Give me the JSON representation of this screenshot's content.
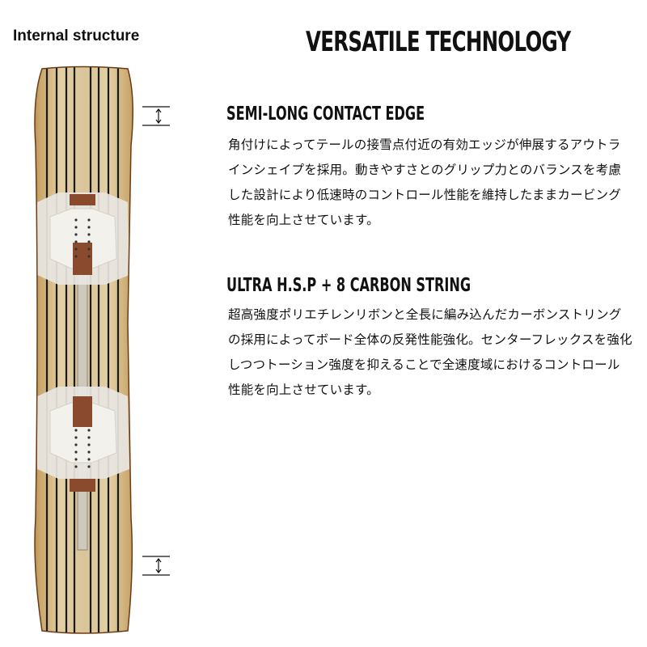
{
  "diagram_label": "Internal structure",
  "main_title": "VERSATILE TECHNOLOGY",
  "sections": [
    {
      "title": "SEMI-LONG CONTACT EDGE",
      "body": "角付けによってテールの接雪点付近の有効エッジが伸展するアウトラインシェイプを採用。動きやすさとのグリップ力とのバランスを考慮した設計により低速時のコントロール性能を維持したままカービング性能を向上させています。"
    },
    {
      "title": "ULTRA H.S.P + 8 CARBON STRING",
      "body": "超高強度ポリエチレンリボンと全長に編み込んだカーボンストリングの採用によってボード全体の反発性能強化。センターフレックスを強化しつつトーション強度を抑えることで全速度域におけるコントロール性能を向上させています。"
    }
  ],
  "colors": {
    "wood_light": "#d9c59a",
    "wood_dark": "#9b5a22",
    "stringer": "#1a1a1a",
    "binding_zone": "#e8e6e1",
    "binding_reinforcement": "#8a4a2e",
    "center_strip": "#cfc8bd"
  }
}
